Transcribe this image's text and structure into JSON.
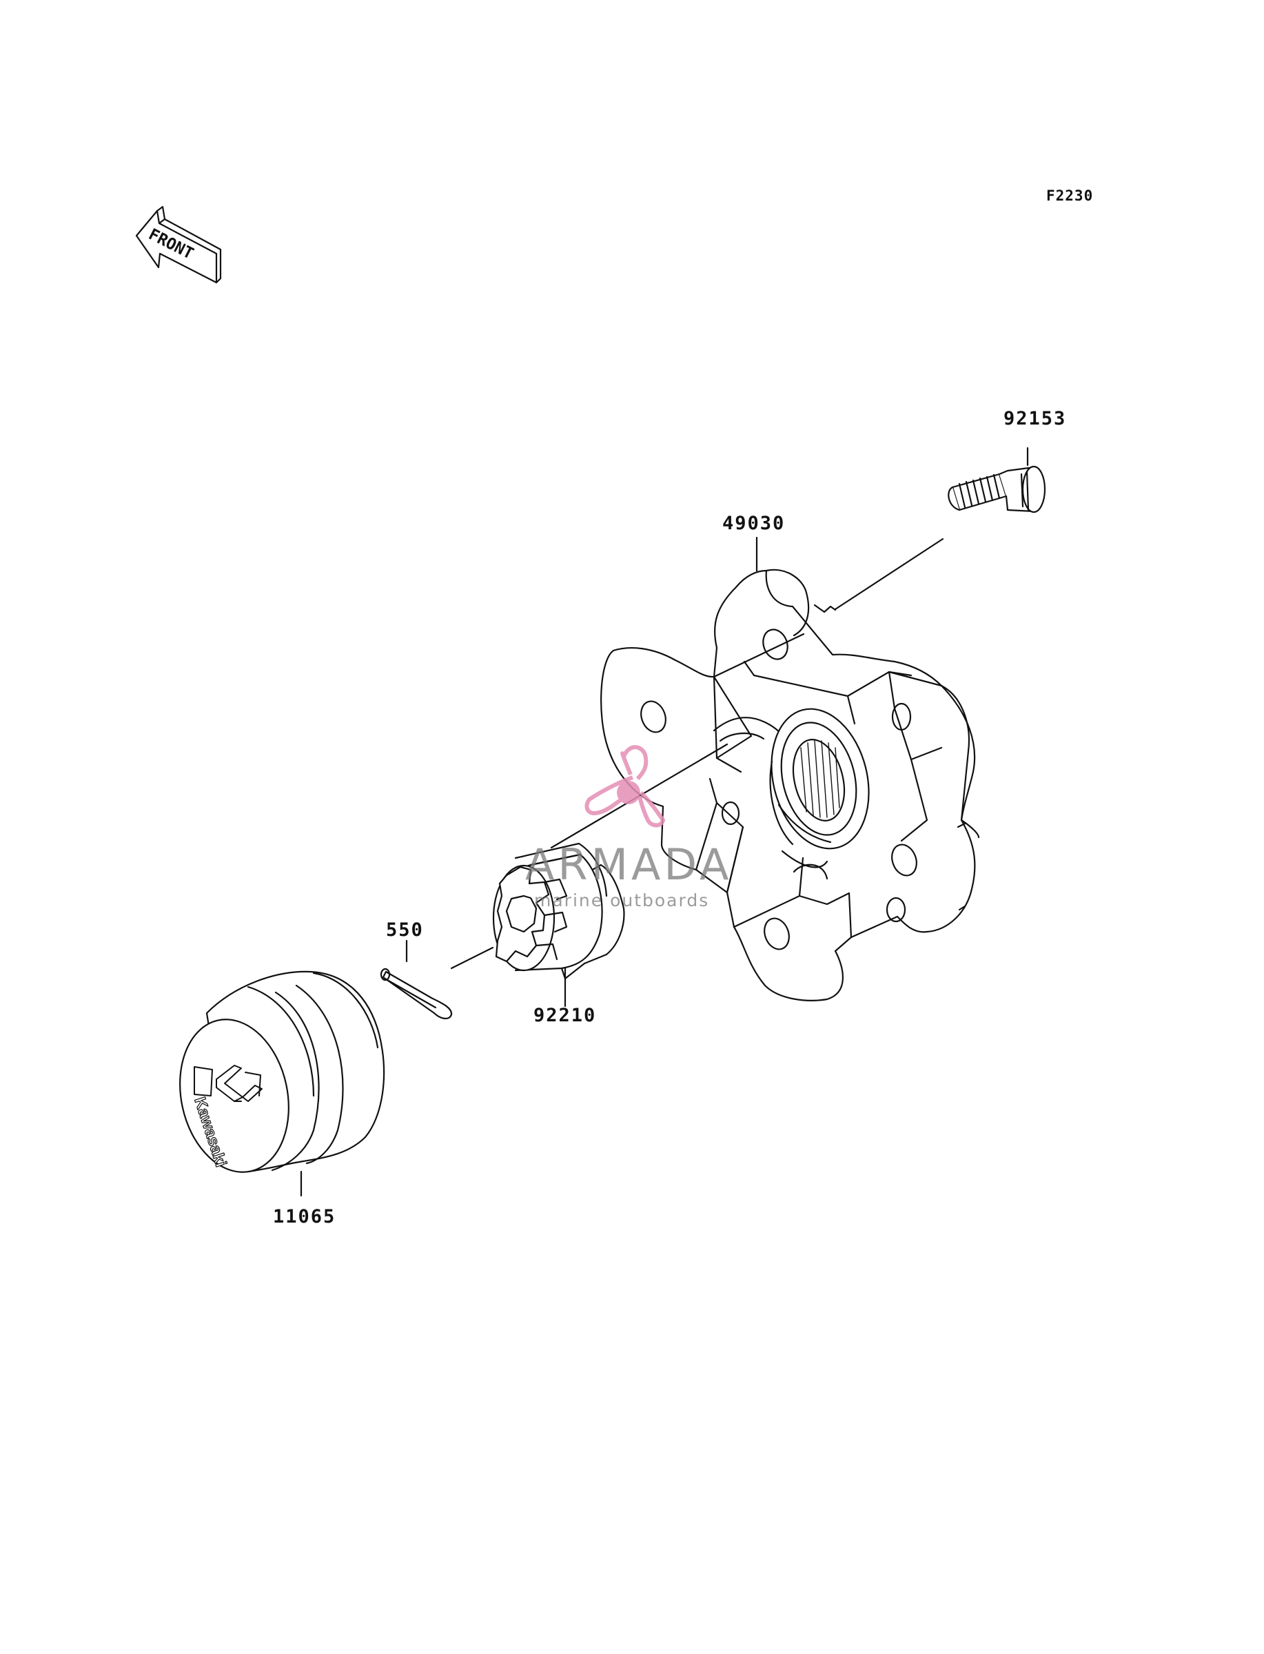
{
  "diagram_id": "F2230",
  "front_indicator": "FRONT",
  "parts": [
    {
      "part_number": "92153",
      "name": "wheel-stud"
    },
    {
      "part_number": "49030",
      "name": "wheel-hub"
    },
    {
      "part_number": "550",
      "name": "cotter-pin"
    },
    {
      "part_number": "92210",
      "name": "castle-nut"
    },
    {
      "part_number": "11065",
      "name": "hub-cap"
    }
  ],
  "cap_logo_text": "Kawasaki",
  "watermark": {
    "name": "ARMADA",
    "tagline": "marine outboards",
    "accent_color": "#e58fb4",
    "text_color": "#7a7a7a"
  },
  "line_color": "#111111"
}
